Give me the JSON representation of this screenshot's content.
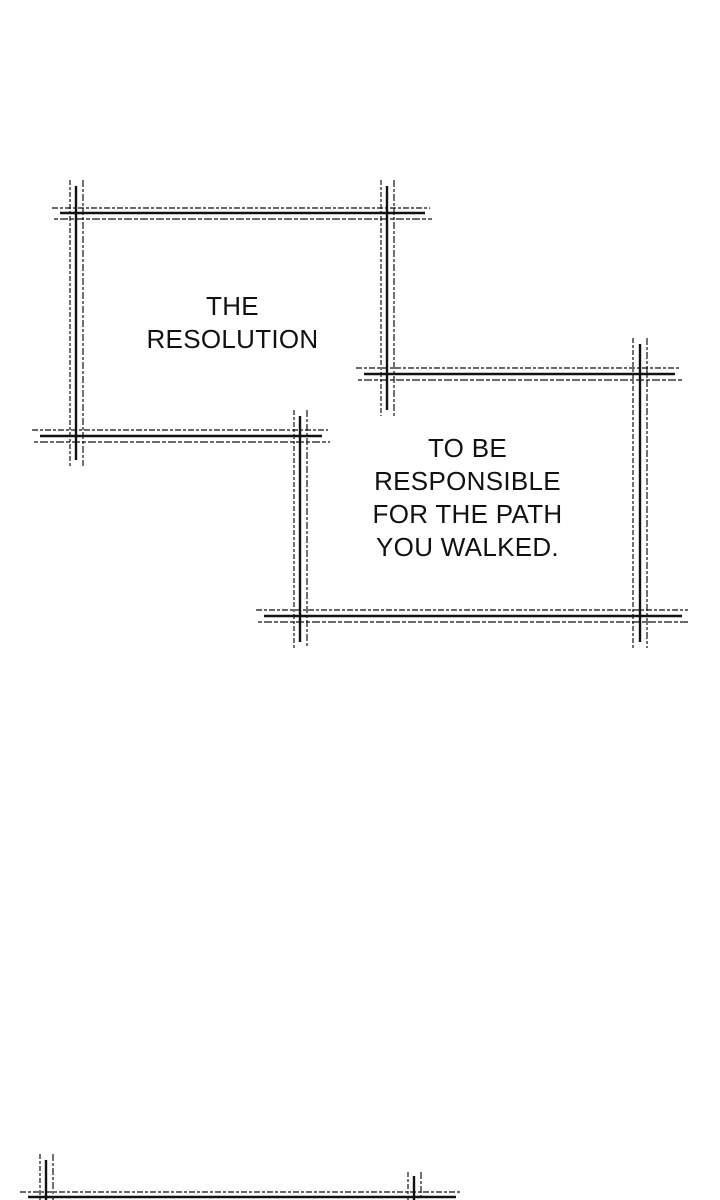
{
  "panel": {
    "caption_1": {
      "lines": [
        "THE",
        "RESOLUTION"
      ]
    },
    "caption_2": {
      "lines": [
        "TO BE",
        "RESPONSIBLE",
        "FOR THE PATH",
        "YOU WALKED."
      ]
    }
  },
  "colors": {
    "background": "#ffffff",
    "ink": "#111111"
  }
}
